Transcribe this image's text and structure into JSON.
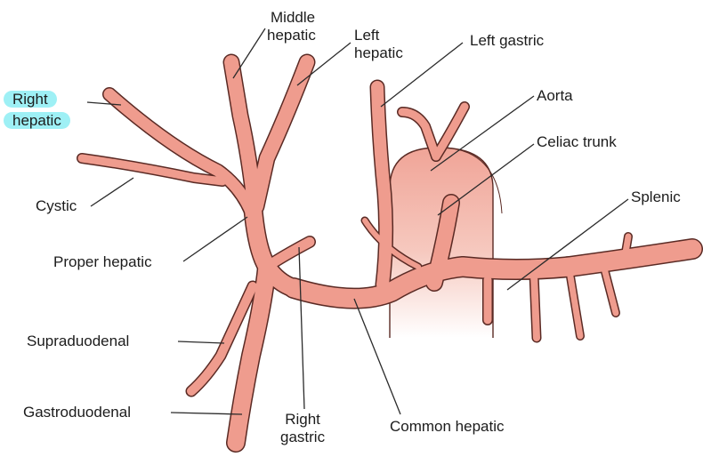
{
  "labels": {
    "middle_hepatic": [
      "Middle",
      "hepatic"
    ],
    "left_hepatic": [
      "Left",
      "hepatic"
    ],
    "left_gastric": "Left gastric",
    "right_hepatic": [
      "Right",
      "hepatic"
    ],
    "aorta": "Aorta",
    "celiac_trunk": "Celiac trunk",
    "cystic": "Cystic",
    "splenic": "Splenic",
    "proper_hepatic": "Proper hepatic",
    "supraduodenal": "Supraduodenal",
    "gastroduodenal": "Gastroduodenal",
    "right_gastric": [
      "Right",
      "gastric"
    ],
    "common_hepatic": "Common hepatic"
  },
  "highlighted_label": "right_hepatic",
  "colors": {
    "artery_fill": "#ef9c8e",
    "artery_edge": "#5a2a24",
    "highlight": "#9ef0f5",
    "leader_line": "#2b2b2b"
  }
}
